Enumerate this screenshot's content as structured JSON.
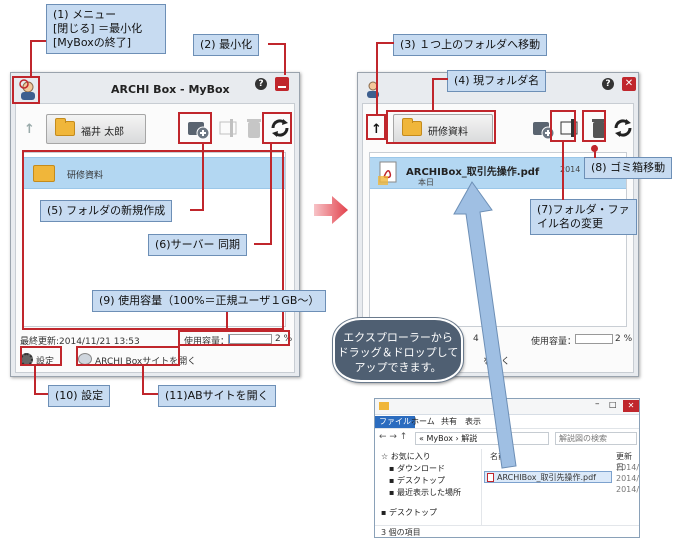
{
  "left_window": {
    "title": "ARCHI Box - MyBox",
    "help_icon": "?",
    "folder_button_label": "福井 太郎",
    "list_item": "研修資料",
    "last_updated": "最終更新:2014/11/21 13:53",
    "usage_label": "使用容量：",
    "usage_percent": "2 %",
    "settings_label": "設定",
    "open_site_label": "ARCHI Boxサイトを開く"
  },
  "right_window": {
    "help_icon": "?",
    "close_icon": "✕",
    "folder_button_label": "研修資料",
    "file_name": "ARCHIBox_取引先操作.pdf",
    "file_sub": "本日",
    "file_date_partial": "2014",
    "usage_label": "使用容量：",
    "usage_percent": "2 %",
    "status_partial": "4",
    "open_site_partial": "を開く"
  },
  "callouts": {
    "c1_line1": "(1) メニュー",
    "c1_line2": "[閉じる] ＝最小化",
    "c1_line3": "[MyBoxの終了]",
    "c2": "(2) 最小化",
    "c3": "(3) １つ上のフォルダへ移動",
    "c4": "(4) 現フォルダ名",
    "c5": "(5) フォルダの新規作成",
    "c6": "(6)サーバー 同期",
    "c7_line1": "(7)フォルダ・ファ",
    "c7_line2": "イル名の変更",
    "c8": "(8) ゴミ箱移動",
    "c9": "(9) 使用容量（100%＝正規ユーザ１GB～）",
    "c10": "(10) 設定",
    "c11": "(11)ABサイトを開く"
  },
  "bubble": {
    "line1": "エクスプローラーから",
    "line2": "ドラッグ＆ドロップして",
    "line3": "アップできます。"
  },
  "explorer": {
    "tab_file": "ファイル",
    "tab_home": "ホーム",
    "tab_share": "共有",
    "tab_view": "表示",
    "address_prefix": "«",
    "address": "MyBox › 解説",
    "search_placeholder": "解説図の検索",
    "col_name": "名前",
    "col_date": "更新日",
    "nav_favorites": "お気に入り",
    "nav_downloads": "ダウンロード",
    "nav_desktop": "デスクトップ",
    "nav_recent": "最近表示した場所",
    "nav_desktop2": "デスクトップ",
    "file_name": "ARCHIBox_取引先操作.pdf",
    "dates": [
      "2014/",
      "2014/",
      "2014/"
    ],
    "item_count": "3 個の項目"
  },
  "colors": {
    "accent_red": "#c0262c",
    "callout_fill": "#c7dbf1",
    "selection": "#b3d7f2",
    "arrow_blue": "#9fbfe3"
  }
}
